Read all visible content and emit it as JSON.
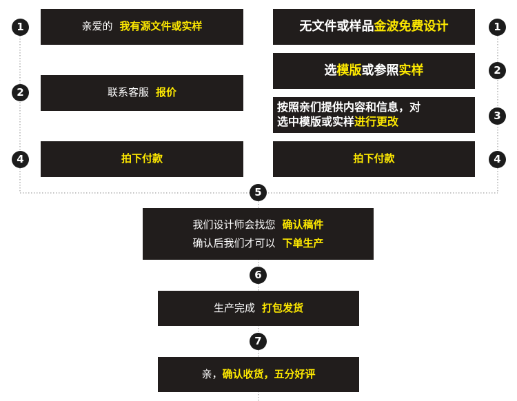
{
  "left_column": {
    "box1": {
      "text": "亲爱的",
      "highlight": "我有源文件或实样"
    },
    "box2": {
      "text": "联系客服",
      "highlight": "报价"
    },
    "box4": {
      "highlight": "拍下付款"
    }
  },
  "right_column": {
    "box1": {
      "text": "无文件或样品",
      "highlight": "金波免费设计"
    },
    "box2": {
      "highlight_a": "模版",
      "text_a": "或参照",
      "highlight_b": "实样",
      "prefix": "选"
    },
    "box3": {
      "line1": "按照亲们提供内容和信息，对",
      "line2_text": "选中模版或实样",
      "line2_highlight": "进行更改"
    },
    "box4": {
      "highlight": "拍下付款"
    }
  },
  "center": {
    "box5": {
      "line1_text": "我们设计师会找您",
      "line1_highlight": "确认稿件",
      "line2_text": "确认后我们才可以",
      "line2_highlight": "下单生产"
    },
    "box6": {
      "text": "生产完成",
      "highlight": "打包发货"
    },
    "box7": {
      "text": "亲，",
      "highlight": "确认收货，五分好评"
    }
  },
  "steps": {
    "left_1": "1",
    "left_2": "2",
    "left_4": "4",
    "right_1": "1",
    "right_2": "2",
    "right_3": "3",
    "right_4": "4",
    "center_5": "5",
    "center_6": "6",
    "center_7": "7"
  },
  "colors": {
    "box": "#211d1c",
    "highlight": "#ffea00",
    "text": "#ffffff",
    "badge": "#1c1c1c",
    "connector": "#888888"
  }
}
